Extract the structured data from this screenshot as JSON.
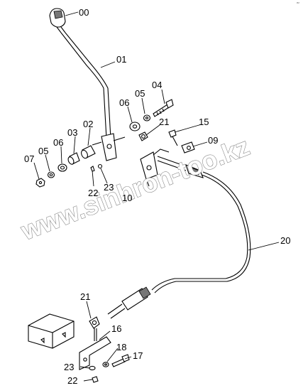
{
  "diagram": {
    "corner_mark": "ᴾᴹ",
    "watermark": "www.sinhron-too.kz",
    "labels": {
      "p00": "00",
      "p01": "01",
      "p02": "02",
      "p03": "03",
      "p04": "04",
      "p05a": "05",
      "p05b": "05",
      "p06a": "06",
      "p06b": "06",
      "p07": "07",
      "p09": "09",
      "p10": "10",
      "p15": "15",
      "p16": "16",
      "p17": "17",
      "p18": "18",
      "p20": "20",
      "p21a": "21",
      "p21b": "21",
      "p22a": "22",
      "p22b": "22",
      "p23a": "23",
      "p23b": "23"
    }
  }
}
